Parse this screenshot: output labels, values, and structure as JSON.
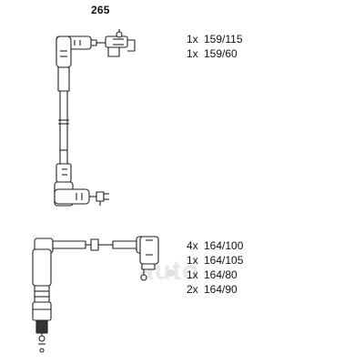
{
  "header": {
    "part_number": "265"
  },
  "cable_set_a": {
    "items": [
      {
        "qty": "1x",
        "code": "159/115"
      },
      {
        "qty": "1x",
        "code": "159/60"
      }
    ]
  },
  "cable_set_b": {
    "items": [
      {
        "qty": "4x",
        "code": "164/100"
      },
      {
        "qty": "1x",
        "code": "164/105"
      },
      {
        "qty": "1x",
        "code": "164/80"
      },
      {
        "qty": "2x",
        "code": "164/90"
      }
    ]
  },
  "watermark": {
    "text": "auto",
    "color": "#e8e8e8"
  }
}
